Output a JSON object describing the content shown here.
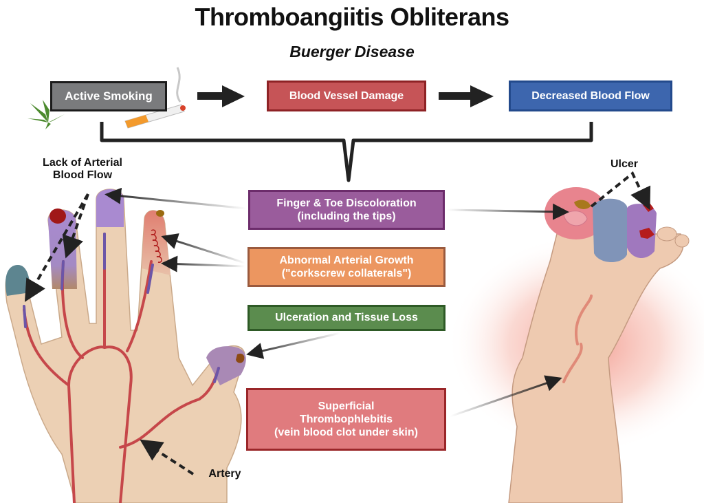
{
  "title": "Thromboangiitis Obliterans",
  "subtitle": "Buerger Disease",
  "flow": {
    "steps": [
      {
        "label": "Active Smoking",
        "color": "#7a7b7d"
      },
      {
        "label": "Blood Vessel Damage",
        "color": "#c65457"
      },
      {
        "label": "Decreased Blood Flow",
        "color": "#3d66ae"
      }
    ]
  },
  "symptoms": [
    {
      "line1": "Finger & Toe Discoloration",
      "line2": "(including the tips)",
      "color": "#9a5c9c"
    },
    {
      "line1": "Abnormal Arterial Growth",
      "line2": "(\"corkscrew collaterals\")",
      "color": "#ec9660"
    },
    {
      "line1": "Ulceration and Tissue Loss",
      "color": "#5b8c4e"
    },
    {
      "line1": "Superficial",
      "line2": "Thrombophlebitis",
      "line3": "(vein blood clot under skin)",
      "color": "#e07b7e"
    }
  ],
  "annotations": {
    "lack_line1": "Lack of Arterial",
    "lack_line2": "Blood Flow",
    "ulcer": "Ulcer",
    "artery": "Artery"
  },
  "icons": [
    "cannabis-leaf-icon",
    "cigarette-icon",
    "hand-illustration",
    "foot-illustration"
  ]
}
